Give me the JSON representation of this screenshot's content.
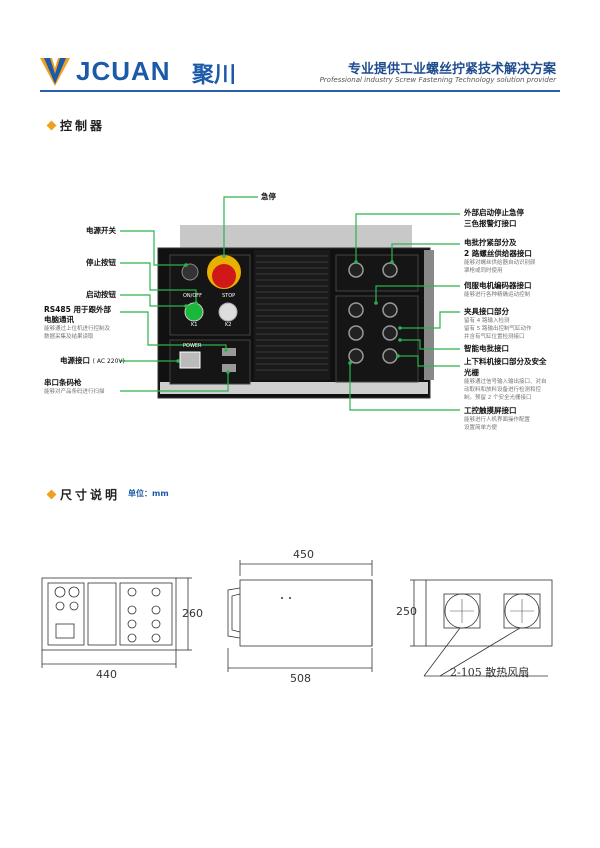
{
  "header": {
    "brand_en": "JCUAN",
    "brand_cn": "聚川",
    "tagline_cn": "专业提供工业螺丝拧紧技术解决方案",
    "tagline_en": "Professional industry Screw Fastening Technology solution provider",
    "colors": {
      "brand_blue": "#1a5aa8",
      "accent_orange": "#f0a020"
    }
  },
  "section1": {
    "title": "控制器",
    "panel_text": {
      "onoff": "ON/OFF",
      "stop": "STOP",
      "k1": "K1",
      "k2": "K2",
      "power": "POWER"
    },
    "left_labels": [
      {
        "label": "电源开关"
      },
      {
        "label": "停止按钮"
      },
      {
        "label": "启动按钮"
      },
      {
        "label": "RS485 用于跟外部",
        "label2": "电脑通讯",
        "desc": "能够通过上位机进行控制及",
        "desc2": "数据采集及结果读取"
      },
      {
        "label": "电源接口",
        "sub": "( AC 220V)"
      },
      {
        "label": "串口条码枪",
        "desc": "能够对产品条码进行扫描"
      }
    ],
    "top_label": "急停",
    "right_labels": [
      {
        "label": "外部启动停止急停",
        "label2": "三色报警灯接口"
      },
      {
        "label": "电批拧紧部分及",
        "label2": "2 路螺丝供给器接口",
        "desc": "能够对螺丝供给器自动识别颜",
        "desc2": "罩枪或同时使用"
      },
      {
        "label": "伺服电机编码器接口",
        "desc": "能够进行各种精确运动控制"
      },
      {
        "label": "夹具接口部分",
        "desc": "留有 4 路输入检测",
        "desc2": "留有 5 路输出控制气缸动作",
        "desc3": "并含有气缸位置检测接口"
      },
      {
        "label": "智能电批接口"
      },
      {
        "label": "上下料机接口部分及安全",
        "label2": "光栅",
        "desc": "能够通过信号输入输出接口、对自",
        "desc2": "动取料和放料设备进行检测和控",
        "desc3": "制。预留 2 个安全光栅接口"
      },
      {
        "label": "工控触摸屏接口",
        "desc": "能够进行人机界面操作配置",
        "desc2": "设置简单方便"
      }
    ]
  },
  "section2": {
    "title": "尺寸说明",
    "unit": "单位：mm",
    "dims": {
      "front_width": "440",
      "front_height": "260",
      "top_width": "450",
      "top_depth": "508",
      "rear_height": "250"
    },
    "fan_note": "2-105 散热风扇"
  }
}
